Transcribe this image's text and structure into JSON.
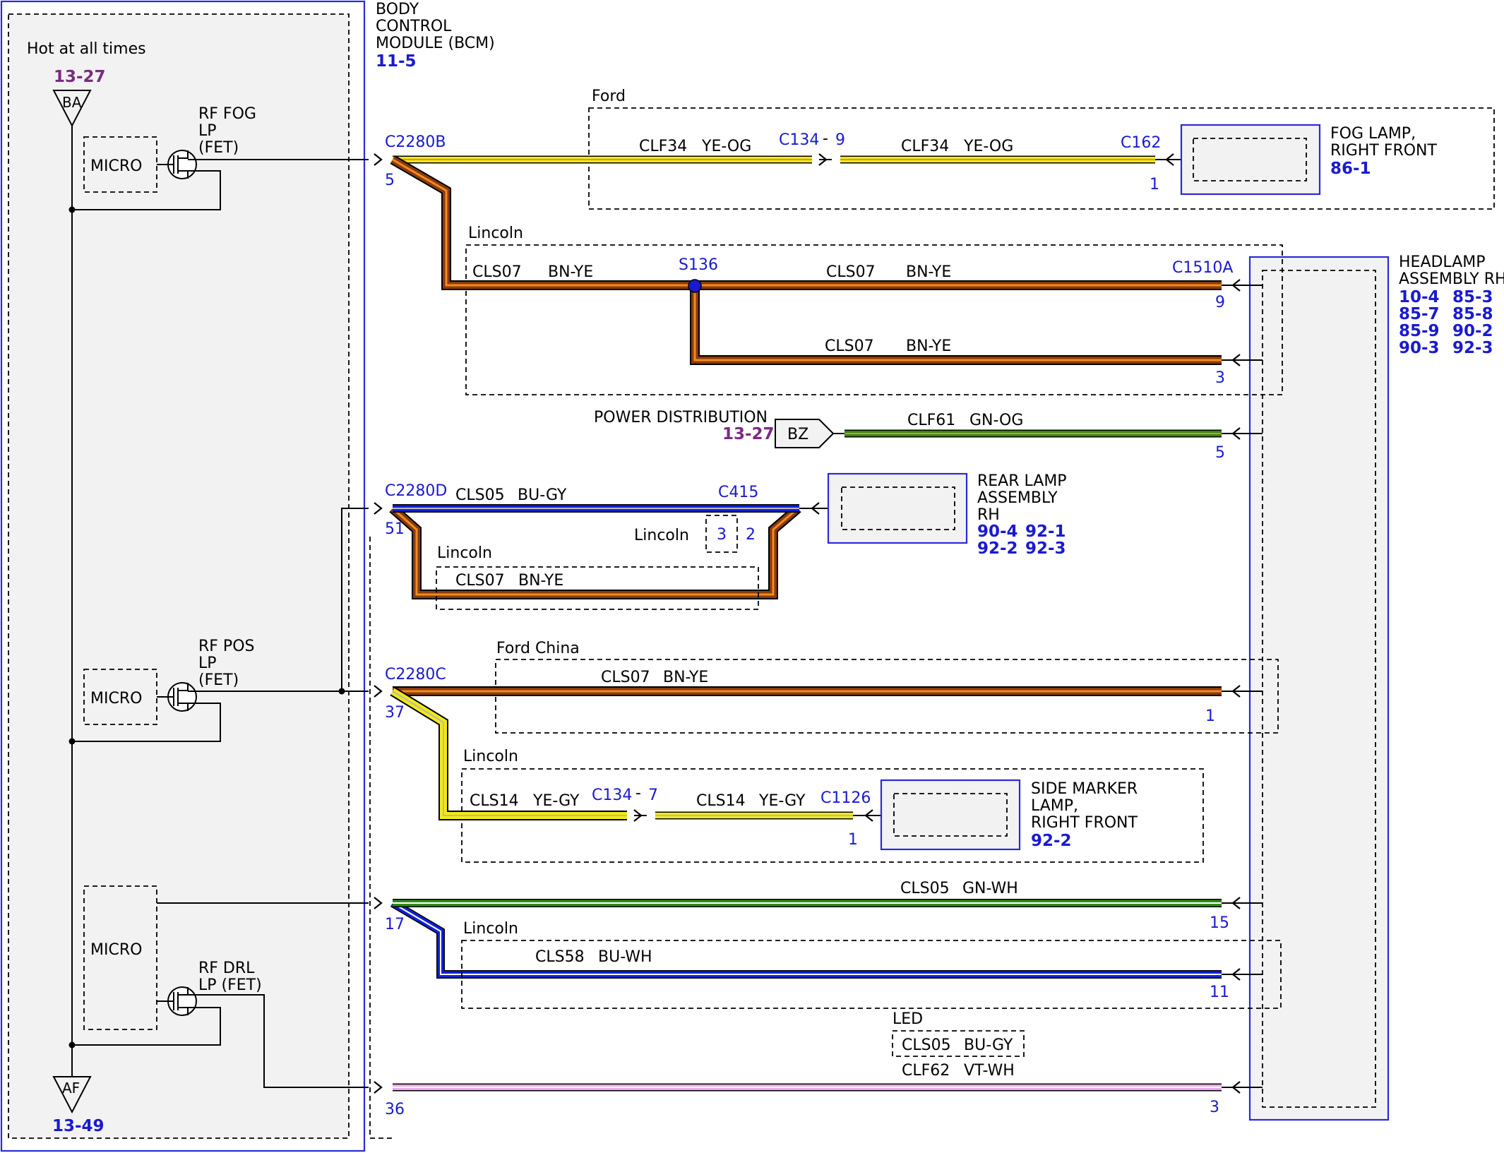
{
  "colors": {
    "module_border": "#2a2ad8",
    "pin_text": "#1a1ad0",
    "power_ref_text": "#7b2a83",
    "wire_yellow": "#f2ea10",
    "wire_brown": "#8a3a10",
    "wire_orange": "#f28c1a",
    "wire_blue": "#1020d8",
    "wire_green": "#2f8a1a",
    "wire_pink": "#e8a8e8",
    "wire_grey": "#b8b8b8",
    "wire_white": "#ffffff"
  },
  "bcm": {
    "title_line1": "BODY",
    "title_line2": "CONTROL",
    "title_line3": "MODULE (BCM)",
    "ref": "11-5",
    "hot_label": "Hot at all times",
    "hot_ref": "13-27",
    "power_in_label": "BA",
    "ground_label": "AF",
    "ground_ref": "13-49",
    "micro_label": "MICRO",
    "fog_driver_line1": "RF FOG",
    "fog_driver_line2": "LP",
    "fog_driver_line3": "(FET)",
    "pos_driver_line1": "RF POS",
    "pos_driver_line2": "LP",
    "pos_driver_line3": "(FET)",
    "drl_driver_line1": "RF DRL",
    "drl_driver_line2": "LP (FET)"
  },
  "connectors": {
    "c2280b": "C2280B",
    "c2280b_pin": "5",
    "c2280d": "C2280D",
    "c2280d_pin": "51",
    "c2280c": "C2280C",
    "c2280c_pin": "37",
    "pin17": "17",
    "pin36": "36",
    "c134": "C134",
    "c134_dash": "-",
    "c134_pin_fog": "9",
    "c134_pin_side": "7",
    "c162": "C162",
    "c162_pin": "1",
    "s136": "S136",
    "c1510a": "C1510A",
    "c415": "C415",
    "c415_pin_lincoln": "3",
    "c415_pin": "2",
    "c1126": "C1126",
    "c1126_pin": "1",
    "headlamp_pins": [
      "9",
      "3",
      "5",
      "1",
      "15",
      "11",
      "3"
    ]
  },
  "variants": {
    "ford": "Ford",
    "lincoln": "Lincoln",
    "ford_china": "Ford China",
    "led": "LED"
  },
  "wires": {
    "clf34": "CLF34",
    "ye_og": "YE-OG",
    "cls07": "CLS07",
    "bn_ye": "BN-YE",
    "clf61": "CLF61",
    "gn_og": "GN-OG",
    "cls05": "CLS05",
    "bu_gy": "BU-GY",
    "cls14": "CLS14",
    "ye_gy": "YE-GY",
    "gn_wh": "GN-WH",
    "cls58": "CLS58",
    "bu_wh": "BU-WH",
    "clf62": "CLF62",
    "vt_wh": "VT-WH"
  },
  "power_distribution": {
    "label": "POWER DISTRIBUTION",
    "ref": "13-27",
    "connector": "BZ"
  },
  "components": {
    "fog_lamp_line1": "FOG LAMP,",
    "fog_lamp_line2": "RIGHT FRONT",
    "fog_lamp_ref": "86-1",
    "headlamp_line1": "HEADLAMP",
    "headlamp_line2": "ASSEMBLY RH",
    "headlamp_refs": [
      "10-4",
      "85-3",
      "85-7",
      "85-8",
      "85-9",
      "90-2",
      "90-3",
      "92-3"
    ],
    "rear_lamp_line1": "REAR LAMP",
    "rear_lamp_line2": "ASSEMBLY",
    "rear_lamp_line3": "RH",
    "rear_lamp_refs": [
      "90-4",
      "92-1",
      "92-2",
      "92-3"
    ],
    "side_marker_line1": "SIDE MARKER",
    "side_marker_line2": "LAMP,",
    "side_marker_line3": "RIGHT FRONT",
    "side_marker_ref": "92-2"
  }
}
